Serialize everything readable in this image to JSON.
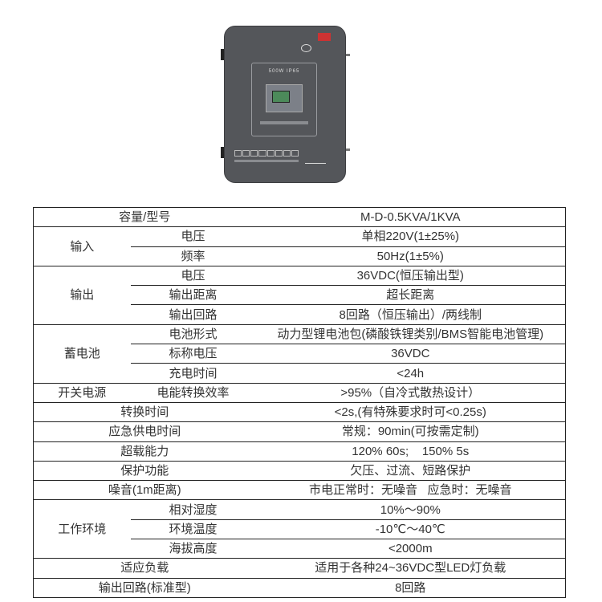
{
  "product": {
    "model_label": "500W IP65",
    "image": "emergency-power-cabinet"
  },
  "spec_table": {
    "model": {
      "label": "容量/型号",
      "value": "M-D-0.5KVA/1KVA"
    },
    "input": {
      "group": "输入",
      "rows": [
        {
          "label": "电压",
          "value": "单相220V(1±25%)"
        },
        {
          "label": "频率",
          "value": "50Hz(1±5%)"
        }
      ]
    },
    "output": {
      "group": "输出",
      "rows": [
        {
          "label": "电压",
          "value": "36VDC(恒压输出型)"
        },
        {
          "label": "输出距离",
          "value": "超长距离"
        },
        {
          "label": "输出回路",
          "value": "8回路（恒压输出）/两线制"
        }
      ]
    },
    "battery": {
      "group": "蓄电池",
      "rows": [
        {
          "label": "电池形式",
          "value": "动力型锂电池包(磷酸铁锂类别/BMS智能电池管理)"
        },
        {
          "label": "标称电压",
          "value": "36VDC"
        },
        {
          "label": "充电时间",
          "value": "<24h"
        }
      ]
    },
    "psu": {
      "group": "开关电源",
      "label": "电能转换效率",
      "value": ">95%（自冷式散热设计）"
    },
    "singles": [
      {
        "label": "转换时间",
        "value": "<2s,(有特殊要求时可<0.25s)"
      },
      {
        "label": "应急供电时间",
        "value": "常规：90min(可按需定制)"
      },
      {
        "label": "超载能力",
        "value": "120% 60s;    150% 5s"
      },
      {
        "label": "保护功能",
        "value": "欠压、过流、短路保护"
      },
      {
        "label": "噪音(1m距离)",
        "value": "市电正常时：无噪音   应急时：无噪音"
      }
    ],
    "env": {
      "group": "工作环境",
      "rows": [
        {
          "label": "相对湿度",
          "value": "10%～90%"
        },
        {
          "label": "环境温度",
          "value": "-10℃～40℃"
        },
        {
          "label": "海拔高度",
          "value": "<2000m"
        }
      ]
    },
    "tail": [
      {
        "label": "适应负载",
        "value": "适用于各种24~36VDC型LED灯负载"
      },
      {
        "label": "输出回路(标准型)",
        "value": "8回路"
      }
    ]
  }
}
